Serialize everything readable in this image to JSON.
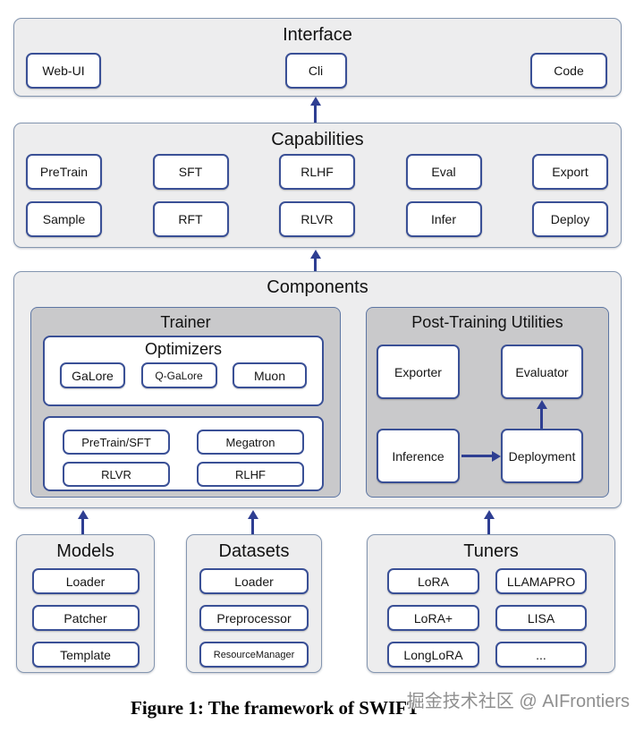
{
  "interface": {
    "title": "Interface",
    "items": [
      "Web-UI",
      "Cli",
      "Code"
    ]
  },
  "capabilities": {
    "title": "Capabilities",
    "row1": [
      "PreTrain",
      "SFT",
      "RLHF",
      "Eval",
      "Export"
    ],
    "row2": [
      "Sample",
      "RFT",
      "RLVR",
      "Infer",
      "Deploy"
    ]
  },
  "components": {
    "title": "Components",
    "trainer": {
      "title": "Trainer",
      "optimizers": {
        "title": "Optimizers",
        "items": [
          "GaLore",
          "Q-GaLore",
          "Muon"
        ]
      },
      "methods": [
        "PreTrain/SFT",
        "Megatron",
        "RLVR",
        "RLHF"
      ]
    },
    "post_training": {
      "title": "Post-Training Utilities",
      "exporter": "Exporter",
      "evaluator": "Evaluator",
      "inference": "Inference",
      "deployment": "Deployment"
    }
  },
  "models": {
    "title": "Models",
    "items": [
      "Loader",
      "Patcher",
      "Template"
    ]
  },
  "datasets": {
    "title": "Datasets",
    "items": [
      "Loader",
      "Preprocessor",
      "ResourceManager"
    ]
  },
  "tuners": {
    "title": "Tuners",
    "col1": [
      "LoRA",
      "LoRA+",
      "LongLoRA"
    ],
    "col2": [
      "LLAMAPRO",
      "LISA",
      "..."
    ]
  },
  "caption": "Figure 1: The framework of SWIFT",
  "watermark": "掘金技术社区 @ AIFrontiers",
  "colors": {
    "arrow": "#2e3e92",
    "chip_border": "#3a5096",
    "section_fill": "#ededee",
    "panel_fill": "#c9c9cb",
    "section_border": "#8496b0"
  }
}
